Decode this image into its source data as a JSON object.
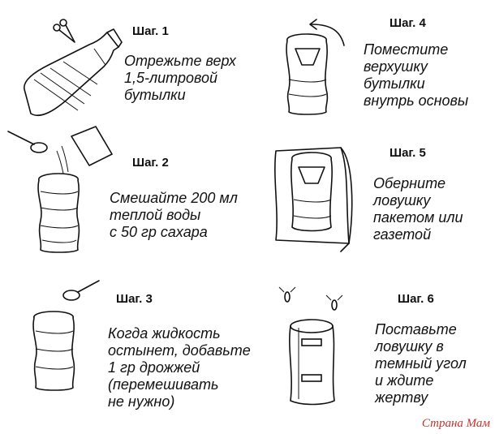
{
  "steps": [
    {
      "title": "Шаг. 1",
      "text": "Отрежьте верх\n1,5-литровой\nбутылки"
    },
    {
      "title": "Шаг. 2",
      "text": "Смешайте 200 мл\nтеплой воды\nс 50 гр сахара"
    },
    {
      "title": "Шаг. 3",
      "text": "Когда жидкость\nостынет, добавьте\n1 гр дрожжей\n(перемешивать\nне нужно)"
    },
    {
      "title": "Шаг. 4",
      "text": "Поместите\nверхушку\nбутылки\nвнутрь основы"
    },
    {
      "title": "Шаг. 5",
      "text": "Оберните\nловушку\nпакетом или\nгазетой"
    },
    {
      "title": "Шаг. 6",
      "text": "Поставьте\nловушку в\nтемный угол\nи ждите\nжертву"
    }
  ],
  "watermark": "Страна Мам"
}
